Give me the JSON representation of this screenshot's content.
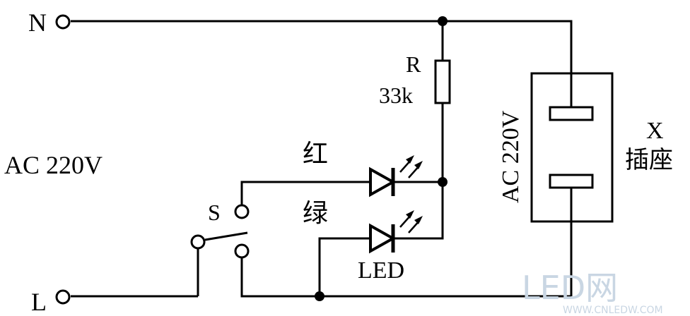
{
  "terminals": {
    "neutral": "N",
    "live": "L"
  },
  "supply_label": "AC 220V",
  "resistor": {
    "name": "R",
    "value": "33k"
  },
  "switch_label": "S",
  "leds": {
    "red_label": "红",
    "green_label": "绿",
    "type_label": "LED"
  },
  "socket": {
    "voltage_label": "AC 220V",
    "name": "X",
    "desc": "插座"
  },
  "watermark": {
    "brand": "LED网",
    "url": "WWW.CNLEDW.COM"
  },
  "colors": {
    "ink": "#000000",
    "background": "#ffffff",
    "watermark": "#c9d6e3"
  }
}
